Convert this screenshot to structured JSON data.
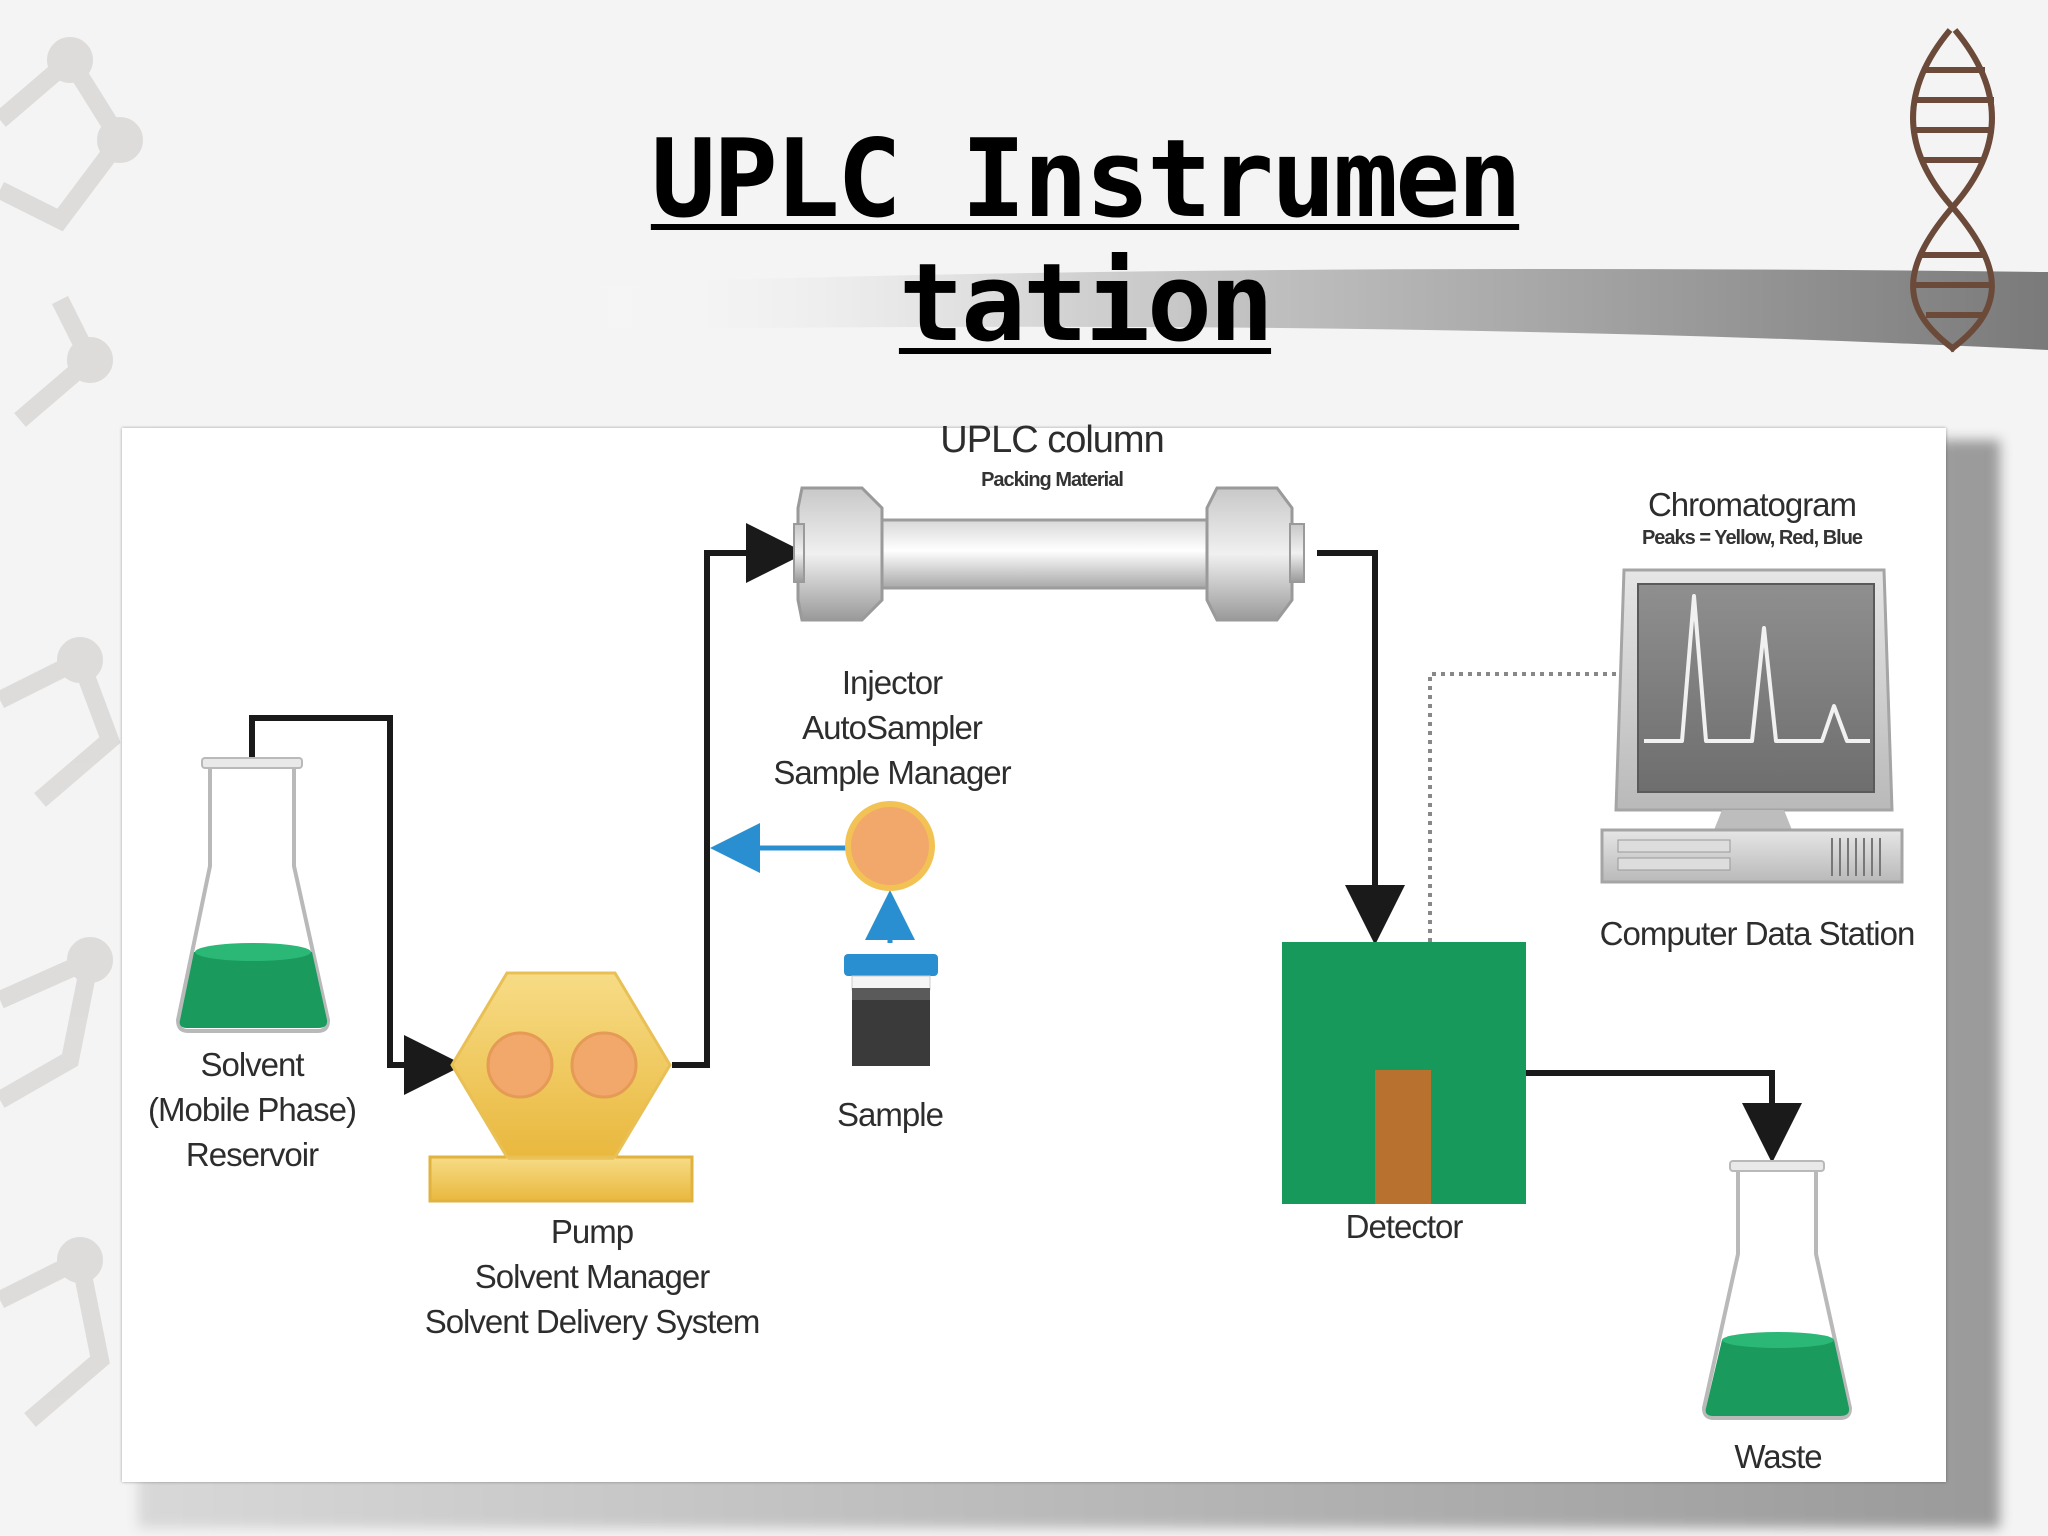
{
  "slide": {
    "title": "UPLC Instrumentation"
  },
  "diagram": {
    "column": {
      "label": "UPLC column",
      "sublabel": "Packing Material"
    },
    "chromatogram": {
      "label": "Chromatogram",
      "sublabel": "Peaks = Yellow, Red, Blue"
    },
    "injector": {
      "line1": "Injector",
      "line2": "AutoSampler",
      "line3": "Sample Manager"
    },
    "computer": {
      "label": "Computer Data Station"
    },
    "solvent": {
      "line1": "Solvent",
      "line2": "(Mobile Phase)",
      "line3": "Reservoir"
    },
    "sample": {
      "label": "Sample"
    },
    "detector": {
      "label": "Detector"
    },
    "pump": {
      "line1": "Pump",
      "line2": "Solvent Manager",
      "line3": "Solvent Delivery System"
    },
    "waste": {
      "label": "Waste"
    }
  },
  "colors": {
    "flask_liquid": "#1a9a5c",
    "detector_body": "#16995a",
    "detector_cell": "#b9712f",
    "pump_body": "#f2c85a",
    "pump_heads": "#f2a86a",
    "flow_arrow": "#1a1a1a",
    "injection_arrow": "#2a8fd0"
  }
}
